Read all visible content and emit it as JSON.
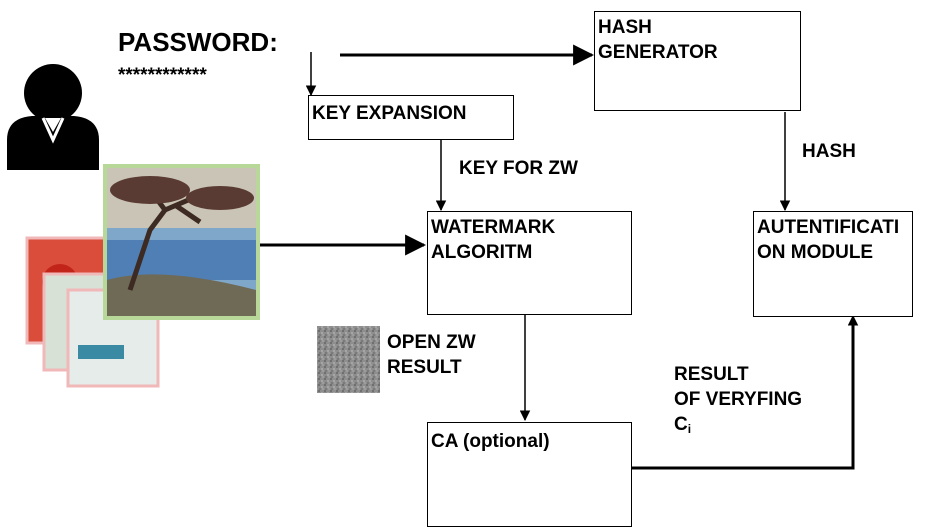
{
  "password": {
    "label": "PASSWORD:",
    "masked": "************"
  },
  "boxes": {
    "hash_generator": "HASH\nGENERATOR",
    "key_expansion": "KEY EXPANSION",
    "watermark": "WATERMARK\nALGORITM",
    "authentication": "AUTENTIFICATI\nON MODULE",
    "ca": "CA (optional)"
  },
  "labels": {
    "hash": "HASH",
    "key_for_zw": "KEY FOR ZW",
    "open_zw": "OPEN ZW\nRESULT",
    "result_main": "RESULT\nOF VERYFING\nC",
    "result_sub": "i"
  },
  "colors": {
    "line": "#000000",
    "photo_frame": "#b8d89a",
    "stack_frame": "#f0b8b8",
    "noise": "#8a8a8a"
  },
  "icons": [
    "user-icon",
    "photo-stack-image",
    "noise-image"
  ]
}
